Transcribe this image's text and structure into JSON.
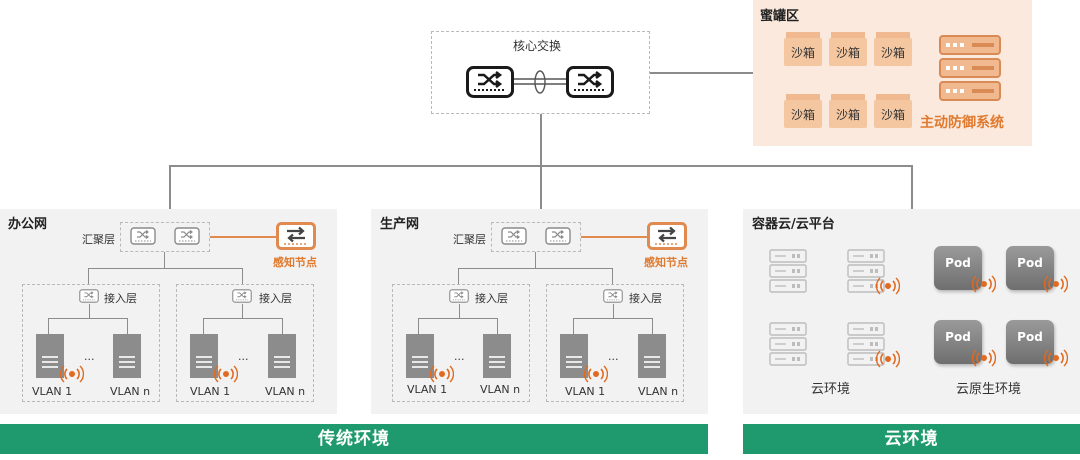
{
  "core": {
    "label": "核心交换"
  },
  "honeypot": {
    "title": "蜜罐区",
    "sandboxes": [
      "沙箱",
      "沙箱",
      "沙箱",
      "沙箱",
      "沙箱",
      "沙箱"
    ],
    "defense_label": "主动防御系统"
  },
  "office": {
    "title": "办公网",
    "aggregation_label": "汇聚层",
    "sensor_label": "感知节点",
    "access_label_left": "接入层",
    "access_label_right": "接入层",
    "dots_left": "...",
    "dots_right": "...",
    "vlan_first_left": "VLAN 1",
    "vlan_n_left": "VLAN n",
    "vlan_first_right": "VLAN 1",
    "vlan_n_right": "VLAN n"
  },
  "production": {
    "title": "生产网",
    "aggregation_label": "汇聚层",
    "sensor_label": "感知节点",
    "access_label_left": "接入层",
    "access_label_right": "接入层",
    "dots_left": "...",
    "dots_right": "...",
    "vlan_first_left": "VLAN 1",
    "vlan_n_left": "VLAN n",
    "vlan_first_right": "VLAN 1",
    "vlan_n_right": "VLAN n"
  },
  "cloud": {
    "title": "容器云/云平台",
    "pods": [
      "Pod",
      "Pod",
      "Pod",
      "Pod"
    ],
    "cloud_env_label": "云环境",
    "cloud_native_label": "云原生环境"
  },
  "footer": {
    "traditional": "传统环境",
    "cloud": "云环境"
  },
  "colors": {
    "accent_green": "#1f9a6e",
    "accent_orange": "#e08a4f",
    "honeypot_bg": "#fbe9dd",
    "panel_bg": "#f2f2f2"
  }
}
